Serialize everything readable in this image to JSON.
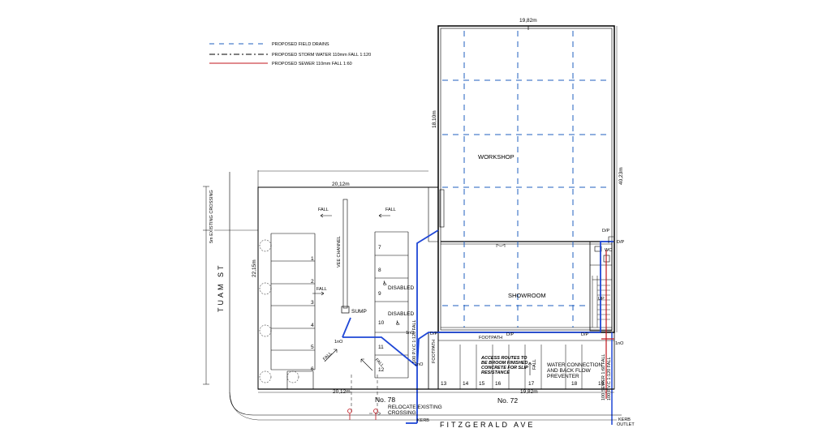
{
  "legend": {
    "field_drains": "PROPOSED FIELD DRAINS",
    "storm_water": "PROPOSED STORM WATER 110mm FALL 1:120",
    "sewer": "PROPOSED SEWER 110mm FALL 1:60"
  },
  "colors": {
    "field_drain": "#1f5fbf",
    "storm": "#000000",
    "sewer": "#c0141c",
    "drain_line": "#1f47d6"
  },
  "dims": {
    "top_width": "19,82m",
    "right_depth": "40,23m",
    "workshop_depth": "18,10m",
    "left_top": "20,12m",
    "left_depth": "22,15m",
    "bottom_left": "20,12m",
    "bottom_right": "19,82m"
  },
  "labels": {
    "workshop": "WORKSHOP",
    "showroom": "SHOWROOM",
    "footpath": "FOOTPATH",
    "footpath_v": "FOOTPATH",
    "vee_channel": "VEE CHANNEL",
    "sump": "SUMP",
    "disabled_9": "DISABLED",
    "disabled_10": "DISABLED",
    "fall": "FALL",
    "dp": "D/P",
    "ie": "1nO",
    "street_left": "TUAM ST",
    "street_bottom": "FITZGERALD AVE",
    "no78": "No. 78",
    "no72": "No. 72",
    "existing_crossing": "5m EXISTING CROSSING",
    "relocate": "RELOCATE EXISTING",
    "crossing": "CROSSING",
    "kerb": "KERB",
    "kerb_outlet_1": "KERB",
    "kerb_outlet_2": "OUTLET",
    "access_1": "ACCESS ROUTES TO",
    "access_2": "BE BROOM FINISHED",
    "access_3": "CONCRETE FOR SLIP",
    "access_4": "RESISTANCE",
    "water_1": "WATER CONNECTION",
    "water_2": "AND BACK FLOW",
    "water_3": "PREVENTER",
    "storm_pipe_left": "100 P.V.C 1:120 FALL",
    "sewer_pipe": "100 SEWER 1:60 FALL",
    "storm_pipe_right": "100 P.V.C 1:120 FALL",
    "wc": "WC",
    "up": "UP"
  },
  "parking_left": [
    "1",
    "2",
    "3",
    "4",
    "5",
    "6"
  ],
  "parking_right": [
    "7",
    "8",
    "9",
    "10",
    "11",
    "12"
  ],
  "parking_bottom": [
    "13",
    "14",
    "15",
    "16",
    "17",
    "18",
    "19"
  ]
}
